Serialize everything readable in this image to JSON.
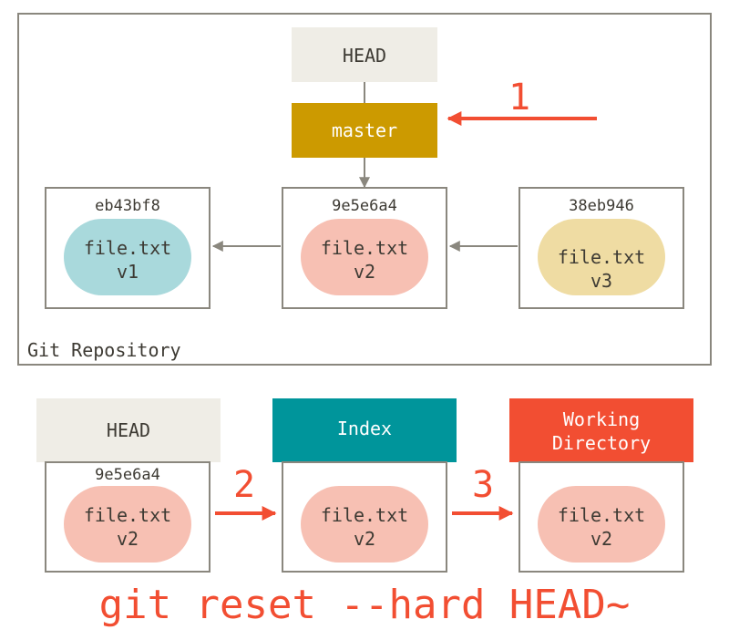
{
  "repository": {
    "label": "Git Repository",
    "head_label": "HEAD",
    "branch_label": "master",
    "commits": [
      {
        "hash": "eb43bf8",
        "file_name": "file.txt",
        "file_version": "v1",
        "blob_color": "#a9d9dc"
      },
      {
        "hash": "9e5e6a4",
        "file_name": "file.txt",
        "file_version": "v2",
        "blob_color": "#f7c0b3"
      },
      {
        "hash": "38eb946",
        "file_name": "file.txt",
        "file_version": "v3",
        "blob_color": "#efdca3"
      }
    ]
  },
  "trees": {
    "head": {
      "label": "HEAD",
      "hash": "9e5e6a4",
      "file_name": "file.txt",
      "file_version": "v2",
      "color": "#efede6"
    },
    "index": {
      "label": "Index",
      "file_name": "file.txt",
      "file_version": "v2",
      "color": "#00959b"
    },
    "working_directory": {
      "label_line1": "Working",
      "label_line2": "Directory",
      "file_name": "file.txt",
      "file_version": "v2",
      "color": "#f24e32"
    }
  },
  "steps": {
    "step1": "1",
    "step2": "2",
    "step3": "3"
  },
  "command": "git reset --hard HEAD~",
  "colors": {
    "accent": "#f24e32",
    "branch": "#cc9a00",
    "head_box": "#efede6",
    "box_border": "#8a877e",
    "connector": "#8a877e",
    "text_dark": "#3d3a33",
    "text_light": "#ffffff"
  }
}
